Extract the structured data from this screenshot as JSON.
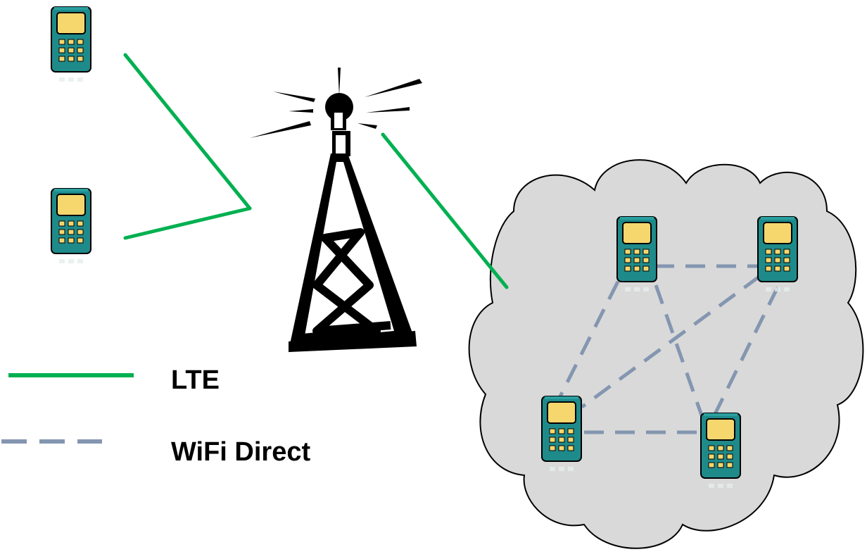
{
  "legend": {
    "lte_label": "LTE",
    "wifi_label": "WiFi Direct"
  },
  "colors": {
    "lte_link": "#00b050",
    "wifi_link": "#8496b0",
    "cloud_fill": "#d9d9d9",
    "phone_body": "#1f8a8a",
    "phone_screen": "#f5d76e"
  },
  "icons": {
    "tower": "cell-tower-icon",
    "phone": "mobile-phone-icon",
    "cloud": "cloud-shape"
  }
}
